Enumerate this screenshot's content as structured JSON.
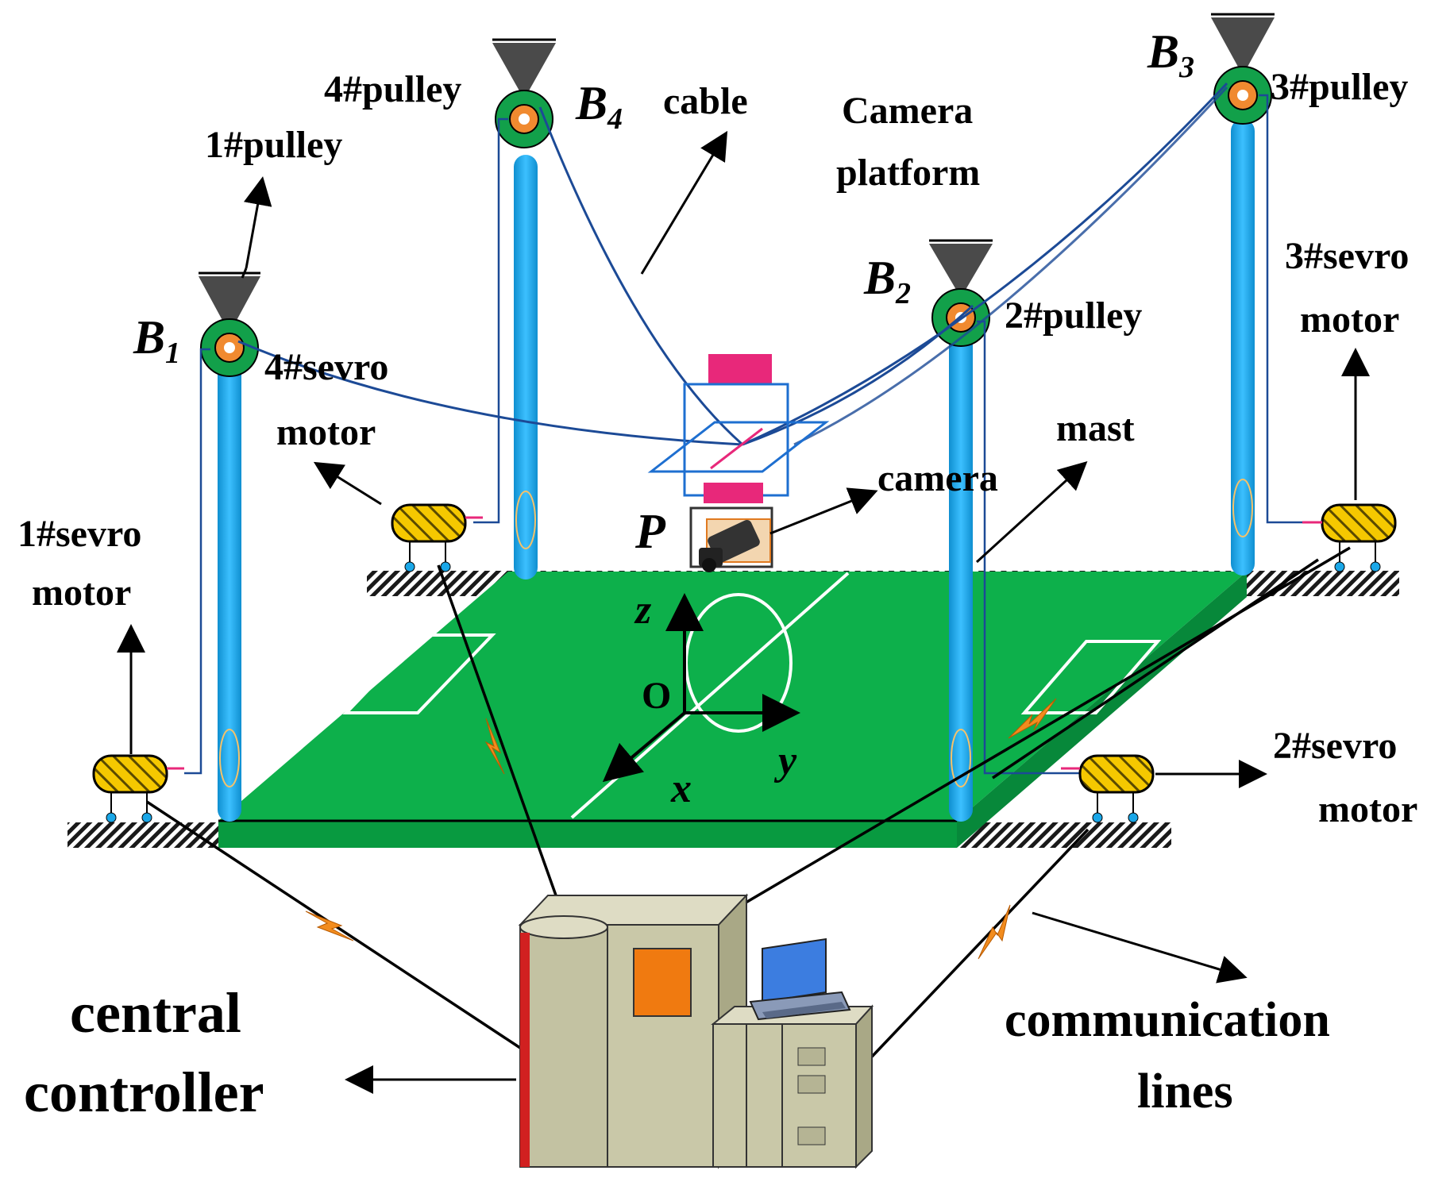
{
  "labels": {
    "pulley1": "1#pulley",
    "pulley2": "2#pulley",
    "pulley3": "3#pulley",
    "pulley4": "4#pulley",
    "motor1_line1": "1#sevro",
    "motor1_line2": "motor",
    "motor2_line1": "2#sevro",
    "motor2_line2": "motor",
    "motor3_line1": "3#sevro",
    "motor3_line2": "motor",
    "motor4_line1": "4#sevro",
    "motor4_line2": "motor",
    "cable": "cable",
    "camera_platform_line1": "Camera",
    "camera_platform_line2": "platform",
    "mast": "mast",
    "camera": "camera",
    "controller_line1": "central",
    "controller_line2": "controller",
    "comm_line1": "communication",
    "comm_line2": "lines",
    "point_P": "P",
    "B1": "B",
    "B1_sub": "1",
    "B2": "B",
    "B2_sub": "2",
    "B3": "B",
    "B3_sub": "3",
    "B4": "B",
    "B4_sub": "4",
    "axis_z": "z",
    "axis_x": "x",
    "axis_y": "y",
    "origin": "O"
  },
  "colors": {
    "field": "#0db04b",
    "mast": "#1aa7e8",
    "pulley_outer": "#12a04a",
    "pulley_inner": "#f08a30",
    "motor": "#f5c800",
    "cable": "#1c4a96",
    "platform_magenta": "#e8287a",
    "controller_body": "#c9c8a8",
    "lightning": "#f28c1e"
  }
}
